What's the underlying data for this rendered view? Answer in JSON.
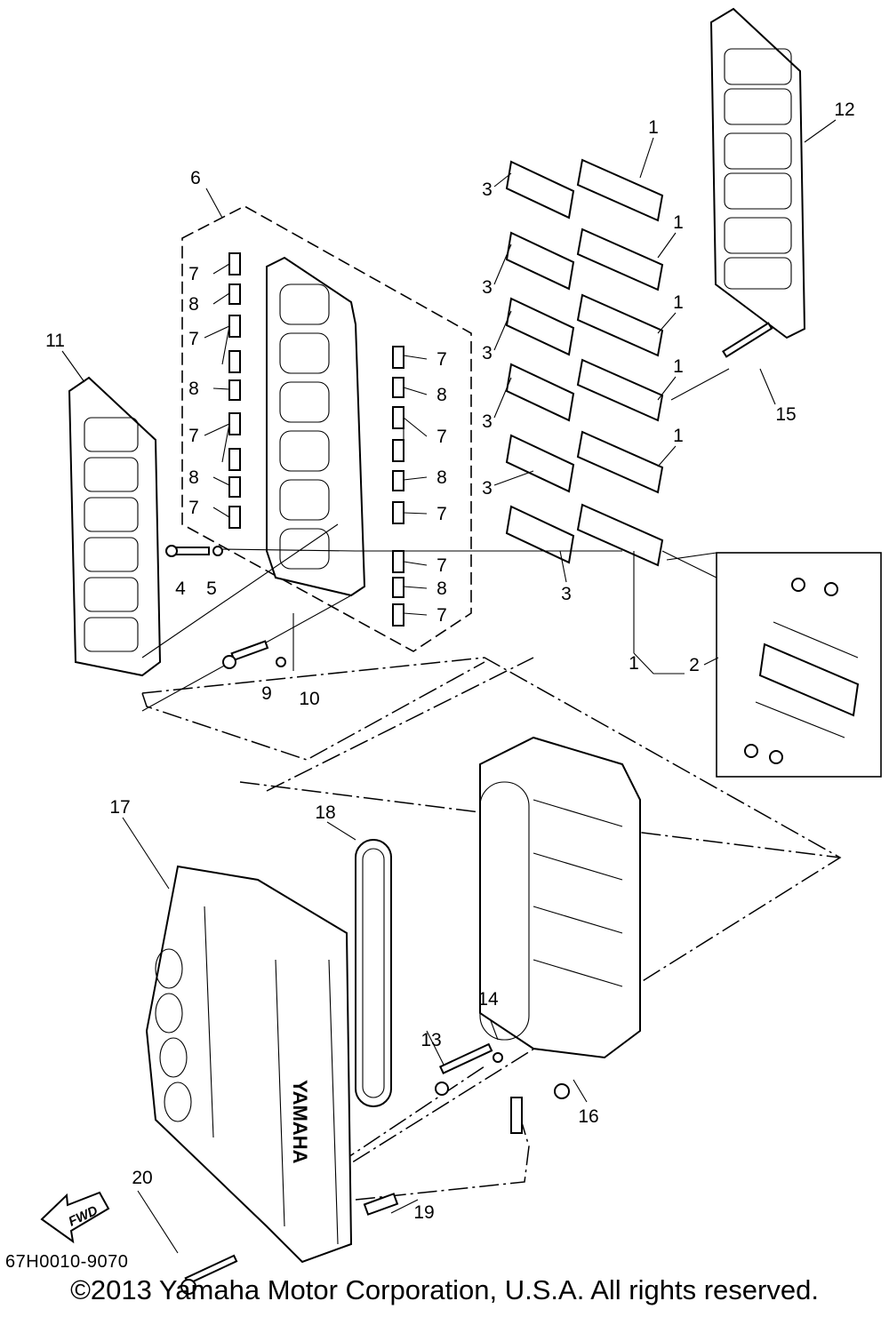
{
  "diagram": {
    "callouts": [
      "1",
      "1",
      "1",
      "1",
      "1",
      "1",
      "2",
      "3",
      "3",
      "3",
      "3",
      "3",
      "3",
      "4",
      "5",
      "6",
      "7",
      "7",
      "7",
      "7",
      "7",
      "7",
      "7",
      "7",
      "7",
      "8",
      "8",
      "8",
      "8",
      "8",
      "8",
      "9",
      "10",
      "11",
      "12",
      "13",
      "14",
      "15",
      "16",
      "17",
      "18",
      "19",
      "20"
    ],
    "fwd_label": "FWD",
    "cover_logo": "YAMAHA",
    "part_code": "67H0010-9070",
    "copyright": "©2013 Yamaha Motor Corporation, U.S.A. All rights reserved."
  }
}
